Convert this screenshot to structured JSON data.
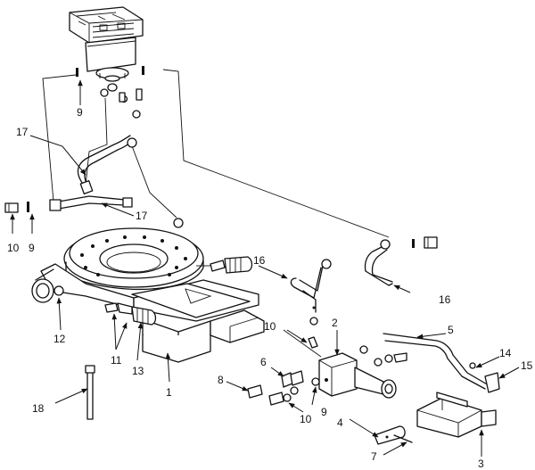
{
  "callouts": [
    "1",
    "2",
    "3",
    "4",
    "5",
    "6",
    "7",
    "8",
    "9",
    "9",
    "9",
    "10",
    "10",
    "10",
    "11",
    "12",
    "13",
    "14",
    "15",
    "16",
    "16",
    "17",
    "17",
    "18"
  ]
}
